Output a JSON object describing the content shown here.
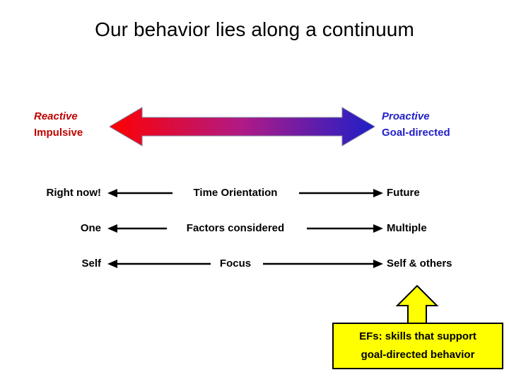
{
  "slide": {
    "title": "Our behavior lies along a continuum",
    "background_color": "#FFFFFF"
  },
  "continuum": {
    "left_pole": {
      "line1": "Reactive",
      "line2": "Impulsive",
      "color": "#C00000"
    },
    "right_pole": {
      "line1": "Proactive",
      "line2": "Goal-directed",
      "color": "#1F1FC8"
    },
    "arrow": {
      "name": "double-headed-gradient-arrow",
      "gradient_start_color": "#FF0000",
      "gradient_end_color": "#1F1FC8"
    }
  },
  "comparisons": {
    "rows": [
      {
        "left": "Right now!",
        "dimension": "Time Orientation",
        "right": "Future"
      },
      {
        "left": "One",
        "dimension": "Factors considered",
        "right": "Multiple"
      },
      {
        "left": "Self",
        "dimension": "Focus",
        "right": "Self & others"
      }
    ]
  },
  "callout": {
    "line1": "EFs: skills that support",
    "line2": "goal-directed behavior",
    "fill_color": "#FFFF00",
    "border_color": "#000000",
    "arrow_name": "up-arrow"
  }
}
